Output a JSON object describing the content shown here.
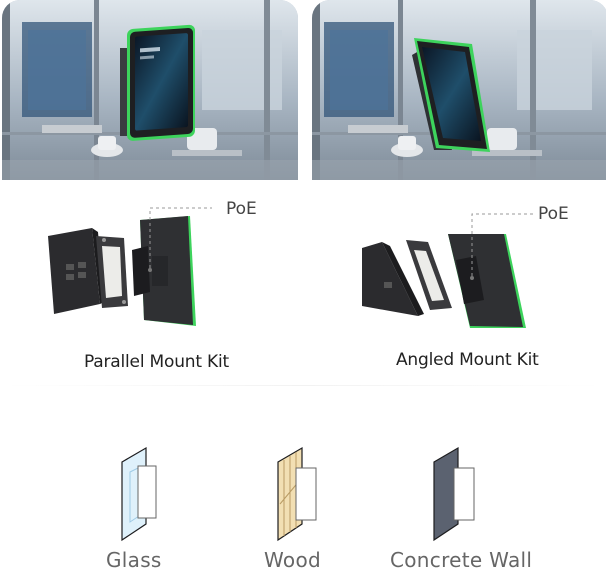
{
  "mount_kits": [
    {
      "label": "Parallel Mount Kit",
      "port_label": "PoE"
    },
    {
      "label": "Angled Mount Kit",
      "port_label": "PoE"
    }
  ],
  "surfaces": [
    {
      "label": "Glass",
      "icon": "glass-panel-icon"
    },
    {
      "label": "Wood",
      "icon": "wood-panel-icon"
    },
    {
      "label": "Concrete Wall",
      "icon": "concrete-panel-icon"
    }
  ],
  "colors": {
    "accent_green": "#3dd35c",
    "device_dark": "#2b2b2e",
    "label_text": "#222222",
    "surface_label": "#666666"
  }
}
